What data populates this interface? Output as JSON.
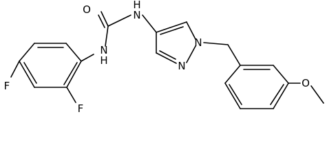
{
  "structure": {
    "atoms": {
      "carbonyl_oxygen": "O",
      "urea_nh_right": "H\nN",
      "urea_nh_left": "N\nH",
      "pyrazole_n1": "N",
      "pyrazole_n2": "N",
      "fluoro_para": "F",
      "fluoro_ortho": "F",
      "methoxy_oxygen": "O"
    }
  },
  "colors": {
    "bond": "#000000",
    "label": "#000000",
    "background": "#ffffff"
  }
}
